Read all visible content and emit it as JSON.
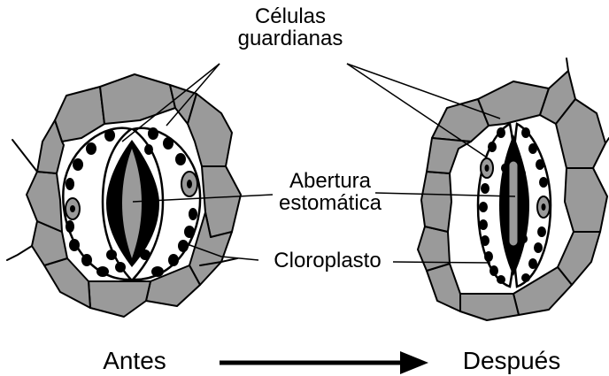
{
  "labels": {
    "guard_cells_line1": "Células",
    "guard_cells_line2": "guardianas",
    "opening_line1": "Abertura",
    "opening_line2": "estomática",
    "chloroplast": "Cloroplasto",
    "before": "Antes",
    "after": "Después"
  },
  "colors": {
    "surrounding_cells": "#9a9a9a",
    "guard_cell_fill": "#ffffff",
    "chloroplast": "#000000",
    "nucleus": "#9a9a9a",
    "outline": "#000000"
  }
}
